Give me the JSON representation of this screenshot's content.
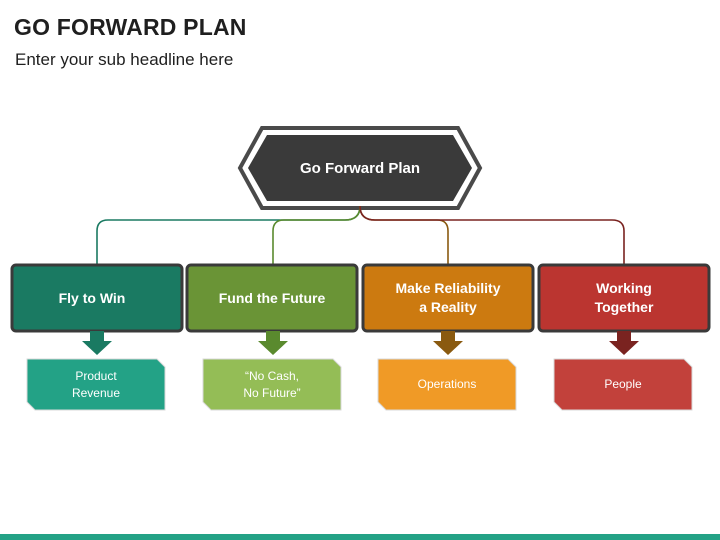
{
  "header": {
    "title": "GO FORWARD PLAN",
    "subtitle": "Enter your sub headline here"
  },
  "root": {
    "label": "Go Forward Plan"
  },
  "branches": [
    {
      "label": "Fly to Win",
      "sub": "Product\nRevenue",
      "color": "#1a7a62",
      "sub_color": "#23a286",
      "line_color": "#1a7a62"
    },
    {
      "label": "Fund the Future",
      "sub": "“No Cash,\nNo Future”",
      "color": "#6a9436",
      "sub_color": "#94bd56",
      "line_color": "#5a8a2e"
    },
    {
      "label": "Make Reliability\na Reality",
      "sub": "Operations",
      "color": "#cc7a10",
      "sub_color": "#f09a26",
      "line_color": "#8a5a10"
    },
    {
      "label": "Working\nTogether",
      "sub": "People",
      "color": "#bb3530",
      "sub_color": "#c2413b",
      "line_color": "#7a2320"
    }
  ],
  "colors": {
    "root_fill": "#3a3a3a",
    "root_outline": "#4a4a4a",
    "accent_bar": "#23a286"
  }
}
